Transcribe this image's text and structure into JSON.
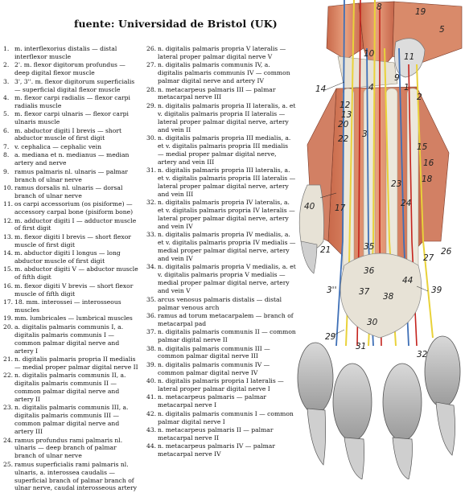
{
  "title": "fuente: Universidad de Bristol (UK)",
  "legend_left": [
    {
      "num": "1.",
      "text": "m. interflexorius distalis — distal interflexor muscle"
    },
    {
      "num": "2.",
      "text": "2'. m. flexor digitorum profundus — deep digital flexor muscle"
    },
    {
      "num": "3.",
      "text": "3', 3''. m. flexor digitorum superficialis — superficial digital flexor muscle"
    },
    {
      "num": "4.",
      "text": "m. flexor carpi radialis — flexor carpi radialis muscle"
    },
    {
      "num": "5.",
      "text": "m. flexor carpi ulnaris — flexor carpi ulnaris muscle"
    },
    {
      "num": "6.",
      "text": "m. abductor digiti I brevis — short abductor muscle of first digit"
    },
    {
      "num": "7.",
      "text": "v. cephalica — cephalic vein"
    },
    {
      "num": "8.",
      "text": "a. mediana et n. medianus — median artery and nerve"
    },
    {
      "num": "9.",
      "text": "ramus palmaris nl. ulnaris — palmar branch of ulnar nerve"
    },
    {
      "num": "10.",
      "text": "ramus dorsalis nl. ulnaris — dorsal branch of ulnar nerve"
    },
    {
      "num": "11.",
      "text": "os carpi accessorium (os pisiforme) — accessory carpal bone (pisiform bone)"
    },
    {
      "num": "12.",
      "text": "m. adductor digiti I — adductor muscle of first digit"
    },
    {
      "num": "13.",
      "text": "m. flexor digiti I brevis — short flexor muscle of first digit"
    },
    {
      "num": "14.",
      "text": "m. abductor digiti I longus — long abductor muscle of first digit"
    },
    {
      "num": "15.",
      "text": "m. abductor digiti V — abductor muscle of fifth digit"
    },
    {
      "num": "16.",
      "text": "m. flexor digiti V brevis — short flexor muscle of fifth digit"
    },
    {
      "num": "17.",
      "text": "18. mm. interossei — interosseous muscles"
    },
    {
      "num": "19.",
      "text": "mm. lumbricales — lumbrical muscles"
    },
    {
      "num": "20.",
      "text": "a. digitalis palmaris communis I, a. digitalis palmaris communis I — common palmar digital nerve and artery I"
    },
    {
      "num": "21.",
      "text": "n. digitalis palmaris propria II medialis — medial proper palmar digital nerve II"
    },
    {
      "num": "22.",
      "text": "n. digitalis palmaris communis II, a. digitalis palmaris communis II — common palmar digital nerve and artery II"
    },
    {
      "num": "23.",
      "text": "n. digitalis palmaris communis III, a. digitalis palmaris communis III — common palmar digital nerve and artery III"
    },
    {
      "num": "24.",
      "text": "ramus profundus rami palmaris nl. ulnaris — deep branch of palmar branch of ulnar nerve"
    },
    {
      "num": "25.",
      "text": "ramus superficialis rami palmaris nl. ulnaris, a. interossea caudalis — superficial branch of palmar branch of ulnar nerve, caudal interosseous artery"
    }
  ],
  "legend_right": [
    {
      "num": "26.",
      "text": "n. digitalis palmaris propria V lateralis — lateral proper palmar digital nerve V"
    },
    {
      "num": "27.",
      "text": "n. digitalis palmaris communis IV, a. digitalis palmaris communis IV — common palmar digital nerve and artery IV"
    },
    {
      "num": "28.",
      "text": "n. metacarpeus palmaris III — palmar metacarpal nerve III"
    },
    {
      "num": "29.",
      "text": "n. digitalis palmaris propria II lateralis, a. et v. digitalis palmaris propria II lateralis — lateral proper palmar digital nerve, artery and vein II"
    },
    {
      "num": "30.",
      "text": "n. digitalis palmaris propria III medialis, a. et v. digitalis palmaris propria III medialis — medial proper palmar digital nerve, artery and vein III"
    },
    {
      "num": "31.",
      "text": "n. digitalis palmaris propria III lateralis, a. et v. digitalis palmaris propria III lateralis — lateral proper palmar digital nerve, artery and vein III"
    },
    {
      "num": "32.",
      "text": "n. digitalis palmaris propria IV lateralis, a. et v. digitalis palmaris propria IV lateralis — lateral proper palmar digital nerve, artery and vein IV"
    },
    {
      "num": "33.",
      "text": "n. digitalis palmaris propria IV medialis, a. et v. digitalis palmaris propria IV medialis — medial proper palmar digital nerve, artery and vein IV"
    },
    {
      "num": "34.",
      "text": "n. digitalis palmaris propria V medialis, a. et v. digitalis palmaris propria V medialis — medial proper palmar digital nerve, artery and vein V"
    },
    {
      "num": "35.",
      "text": "arcus venosus palmaris distalis — distal palmar venous arch"
    },
    {
      "num": "36.",
      "text": "ramus ad torum metacarpalem — branch of metacarpal pad"
    },
    {
      "num": "37.",
      "text": "n. digitalis palmaris communis II — common palmar digital nerve II"
    },
    {
      "num": "38.",
      "text": "n. digitalis palmaris communis III — common palmar digital nerve III"
    },
    {
      "num": "39.",
      "text": "n. digitalis palmaris communis IV — common palmar digital nerve IV"
    },
    {
      "num": "40.",
      "text": "n. digitalis palmaris propria I lateralis — lateral proper palmar digital nerve I"
    },
    {
      "num": "41.",
      "text": "n. metacarpeus palmaris — palmar metacarpal nerve I"
    },
    {
      "num": "42.",
      "text": "n. digitalis palmaris communis I — common palmar digital nerve I"
    },
    {
      "num": "43.",
      "text": "n. metacarpeus palmaris II — palmar metacarpal nerve II"
    },
    {
      "num": "44.",
      "text": "n. metacarpeus palmaris IV — palmar metacarpal nerve IV"
    }
  ],
  "figure_labels": {
    "l8": "8",
    "l19": "19",
    "l5": "5",
    "l10": "10",
    "l11": "11",
    "l9": "9",
    "l4": "4",
    "l1": "1",
    "l2": "2",
    "l14": "14",
    "l12": "12",
    "l13": "13",
    "l20": "20",
    "l3": "3",
    "l22": "22",
    "l16": "16",
    "l15": "15",
    "l18": "18",
    "l40": "40",
    "l17": "17",
    "l23": "23",
    "l24": "24",
    "l21": "21",
    "l35": "35",
    "l26": "26",
    "l27": "27",
    "l36": "36",
    "l44": "44",
    "l39": "39",
    "l37": "37",
    "l38": "38",
    "l3b": "3''",
    "l30": "30",
    "l29": "29",
    "l31": "31",
    "l32": "32"
  }
}
